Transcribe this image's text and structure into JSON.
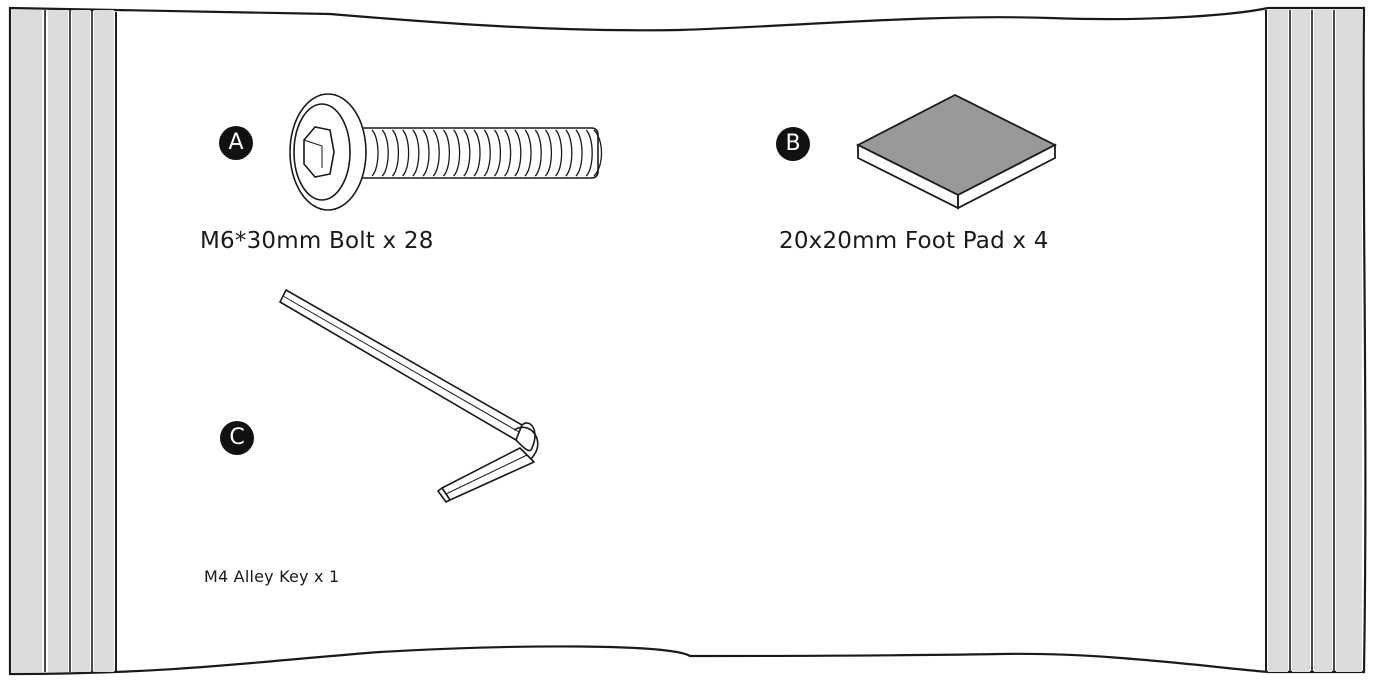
{
  "parts": [
    {
      "id": "A",
      "label": "M6*30mm Bolt x 28",
      "icon": "bolt-icon"
    },
    {
      "id": "B",
      "label": "20x20mm Foot Pad x 4",
      "icon": "foot-pad-icon"
    },
    {
      "id": "C",
      "label": "M4 Alley Key x 1",
      "icon": "allen-key-icon"
    }
  ],
  "colors": {
    "outline": "#1a1a1a",
    "bag_stripe": "#dcdcdc",
    "pad_top": "#999999",
    "marker": "#111111"
  }
}
